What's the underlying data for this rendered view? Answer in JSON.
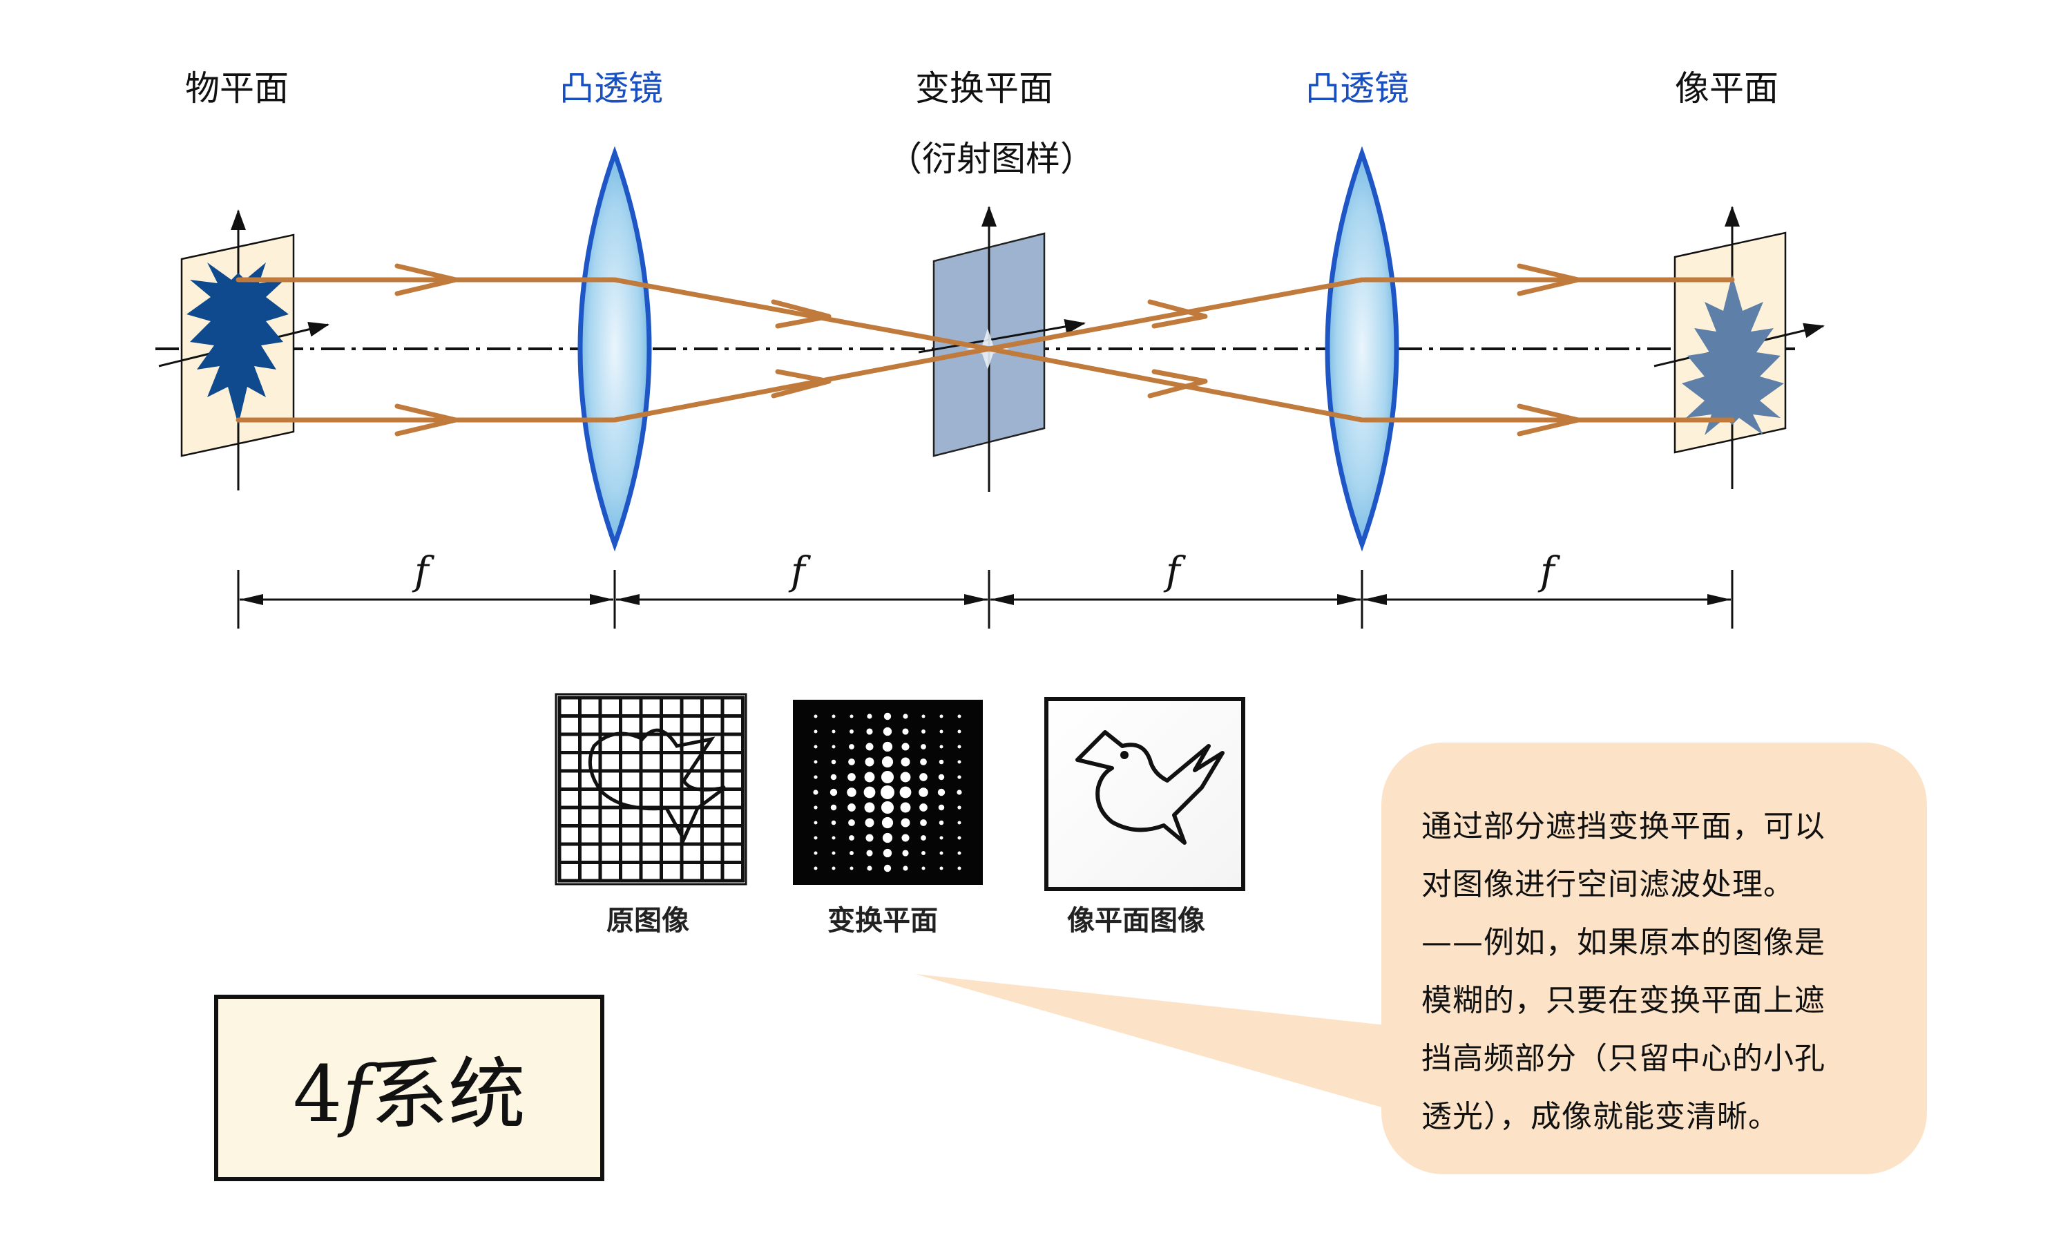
{
  "labels": {
    "object_plane": "物平面",
    "lens1": "凸透镜",
    "transform_plane": "变换平面",
    "transform_sub": "（衍射图样）",
    "lens2": "凸透镜",
    "image_plane": "像平面"
  },
  "focal": [
    "f",
    "f",
    "f",
    "f"
  ],
  "thumbnails": [
    {
      "caption": "原图像"
    },
    {
      "caption": "变换平面"
    },
    {
      "caption": "像平面图像"
    }
  ],
  "title": {
    "num": "4",
    "var": "f",
    "text": "系统"
  },
  "note_lines": [
    "通过部分遮挡变换平面，可以",
    "对图像进行空间滤波处理。",
    "——例如，如果原本的图像是",
    "模糊的，只要在变换平面上遮",
    "挡高频部分（只留中心的小孔",
    "透光），成像就能变清晰。"
  ],
  "colors": {
    "ray": "#c07a3c",
    "lens_edge": "#1f56c6",
    "plane_fill": "#fdf2d9",
    "transform_fill": "#9db3d0",
    "object_fill": "#0f4a8f",
    "image_fill": "#5e7fa8",
    "callout": "#fce3c8",
    "label_blue": "#1a4fc0"
  }
}
